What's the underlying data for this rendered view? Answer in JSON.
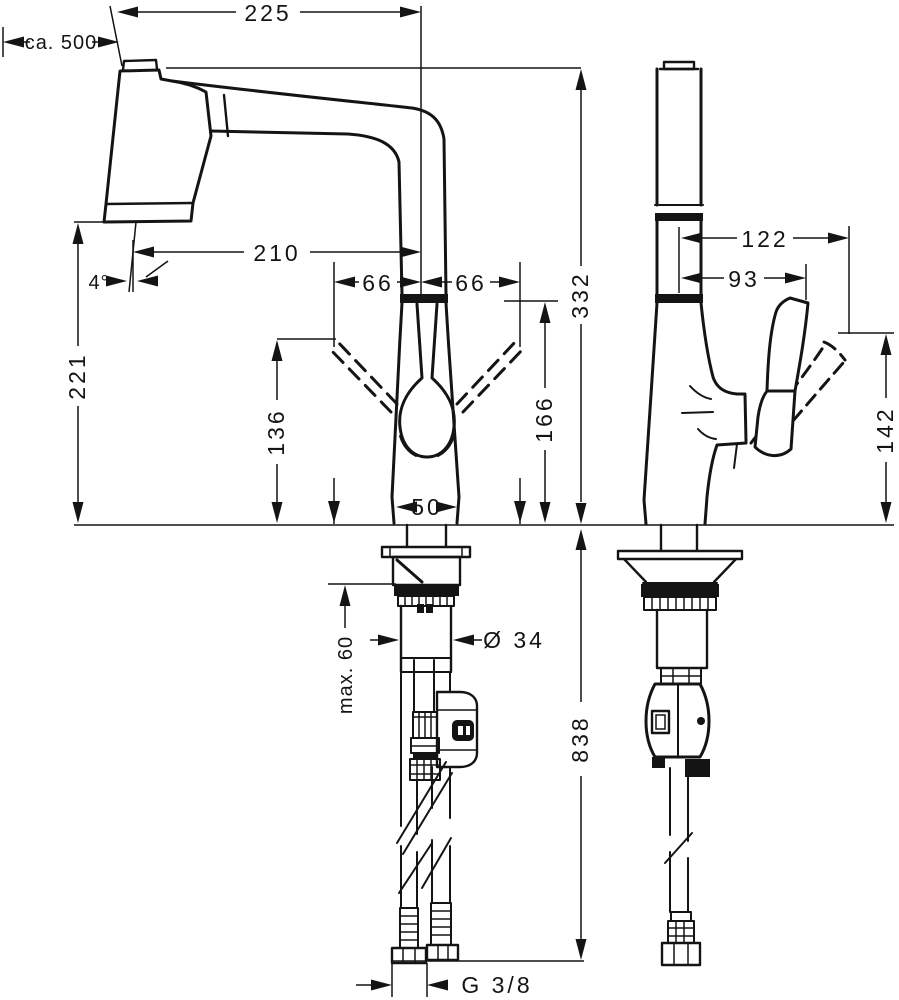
{
  "drawing": {
    "colors": {
      "ink": "#141414",
      "background": "#ffffff"
    },
    "dims": {
      "d225": "225",
      "dca500": "ca. 500",
      "d210": "210",
      "d66_left": "66",
      "d66_right": "66",
      "d332": "332",
      "d221": "221",
      "d4deg": "4°",
      "d136": "136",
      "d166": "166",
      "d50": "50",
      "d122": "122",
      "d93": "93",
      "d142": "142",
      "dmax60": "max. 60",
      "dia34": "Ø 34",
      "d838": "838",
      "dg38": "G 3/8"
    }
  }
}
